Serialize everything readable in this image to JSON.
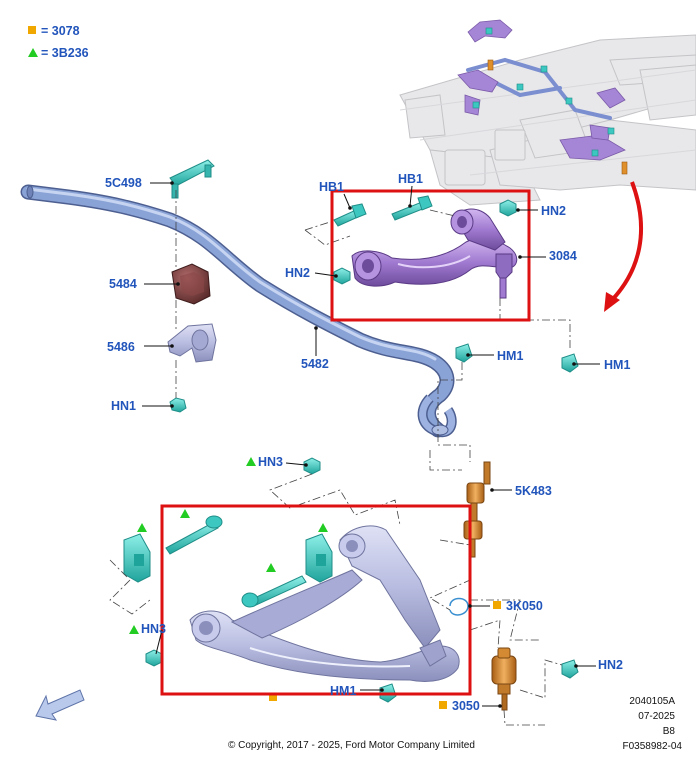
{
  "legend": [
    {
      "marker": "square",
      "color": "#f0a800",
      "text": "= 3078"
    },
    {
      "marker": "triangle",
      "color": "#22cc22",
      "text": "= 3B236"
    }
  ],
  "callouts": {
    "c5C498": "5C498",
    "cHB1a": "HB1",
    "cHB1b": "HB1",
    "cHN2a": "HN2",
    "cHN2b": "HN2",
    "c3084": "3084",
    "c5484": "5484",
    "c5486": "5486",
    "c5482": "5482",
    "cHM1a": "HM1",
    "cHM1b": "HM1",
    "cHN1": "HN1",
    "cHN3a": "HN3",
    "cHN3b": "HN3",
    "c5K483": "5K483",
    "c3K050": "3K050",
    "cHN2c": "HN2",
    "cHM1c": "HM1",
    "c3050": "3050"
  },
  "footer": {
    "copyright": "© Copyright, 2017 - 2025, Ford Motor Company Limited",
    "code1": "2040105A",
    "code2": "07-2025",
    "code3": "B8",
    "code4": "F0358982-04"
  },
  "colors": {
    "label": "#2255bb",
    "highlight_box": "#dd1111",
    "stabilizer_bar": "#8aa3d6",
    "upper_arm": "#a07ad0",
    "lower_arm": "#b8bce0",
    "fastener": "#3cc8c0",
    "bushing": "#e0902a",
    "arrow": "#dd1111"
  }
}
